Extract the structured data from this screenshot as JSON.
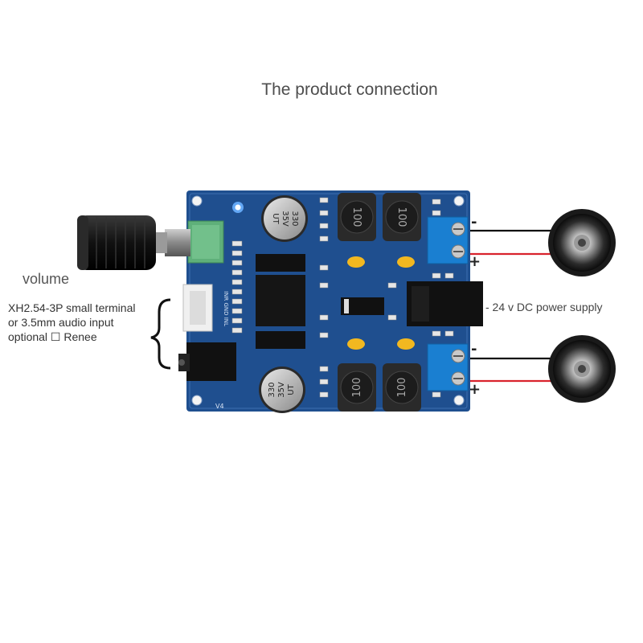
{
  "title": "The product connection",
  "labels": {
    "volume": "volume",
    "input_line1": "XH2.54-3P small terminal",
    "input_line2": "or 3.5mm audio input",
    "input_line3": "optional ☐ Renee",
    "power": "-  24 v DC power supply"
  },
  "terminals": {
    "top_minus": "-",
    "top_plus": "+",
    "bottom_minus": "-",
    "bottom_plus": "+"
  },
  "board": {
    "cap_top": "330\n35V\nUT",
    "cap_bottom": "330\n35V\nUT",
    "inductor": "100",
    "header_pins": "INR GND INL",
    "version": "V4"
  },
  "colors": {
    "board": "#1f4f8f",
    "wire_black": "#111111",
    "wire_red": "#d9232d",
    "terminal_blue": "#1a7fd1",
    "pot_green": "#5fb07a"
  }
}
